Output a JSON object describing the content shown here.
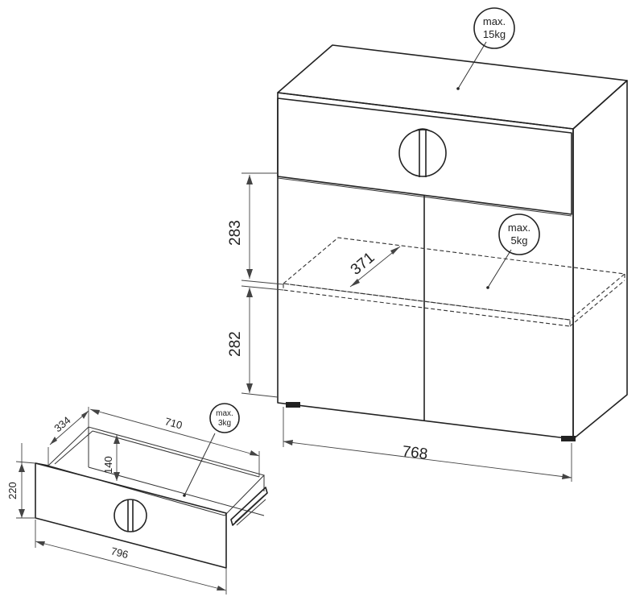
{
  "cabinet": {
    "top_load": [
      "max.",
      "15kg"
    ],
    "shelf_load": [
      "max.",
      "5kg"
    ],
    "dims": {
      "width": "768",
      "upper_height": "283",
      "lower_height": "282",
      "shelf_depth": "371"
    }
  },
  "drawer": {
    "load": [
      "max.",
      "3kg"
    ],
    "dims": {
      "depth": "334",
      "inner_width": "710",
      "inner_height": "140",
      "height": "220",
      "width": "796"
    }
  },
  "colors": {
    "line": "#222222",
    "background": "#ffffff"
  }
}
